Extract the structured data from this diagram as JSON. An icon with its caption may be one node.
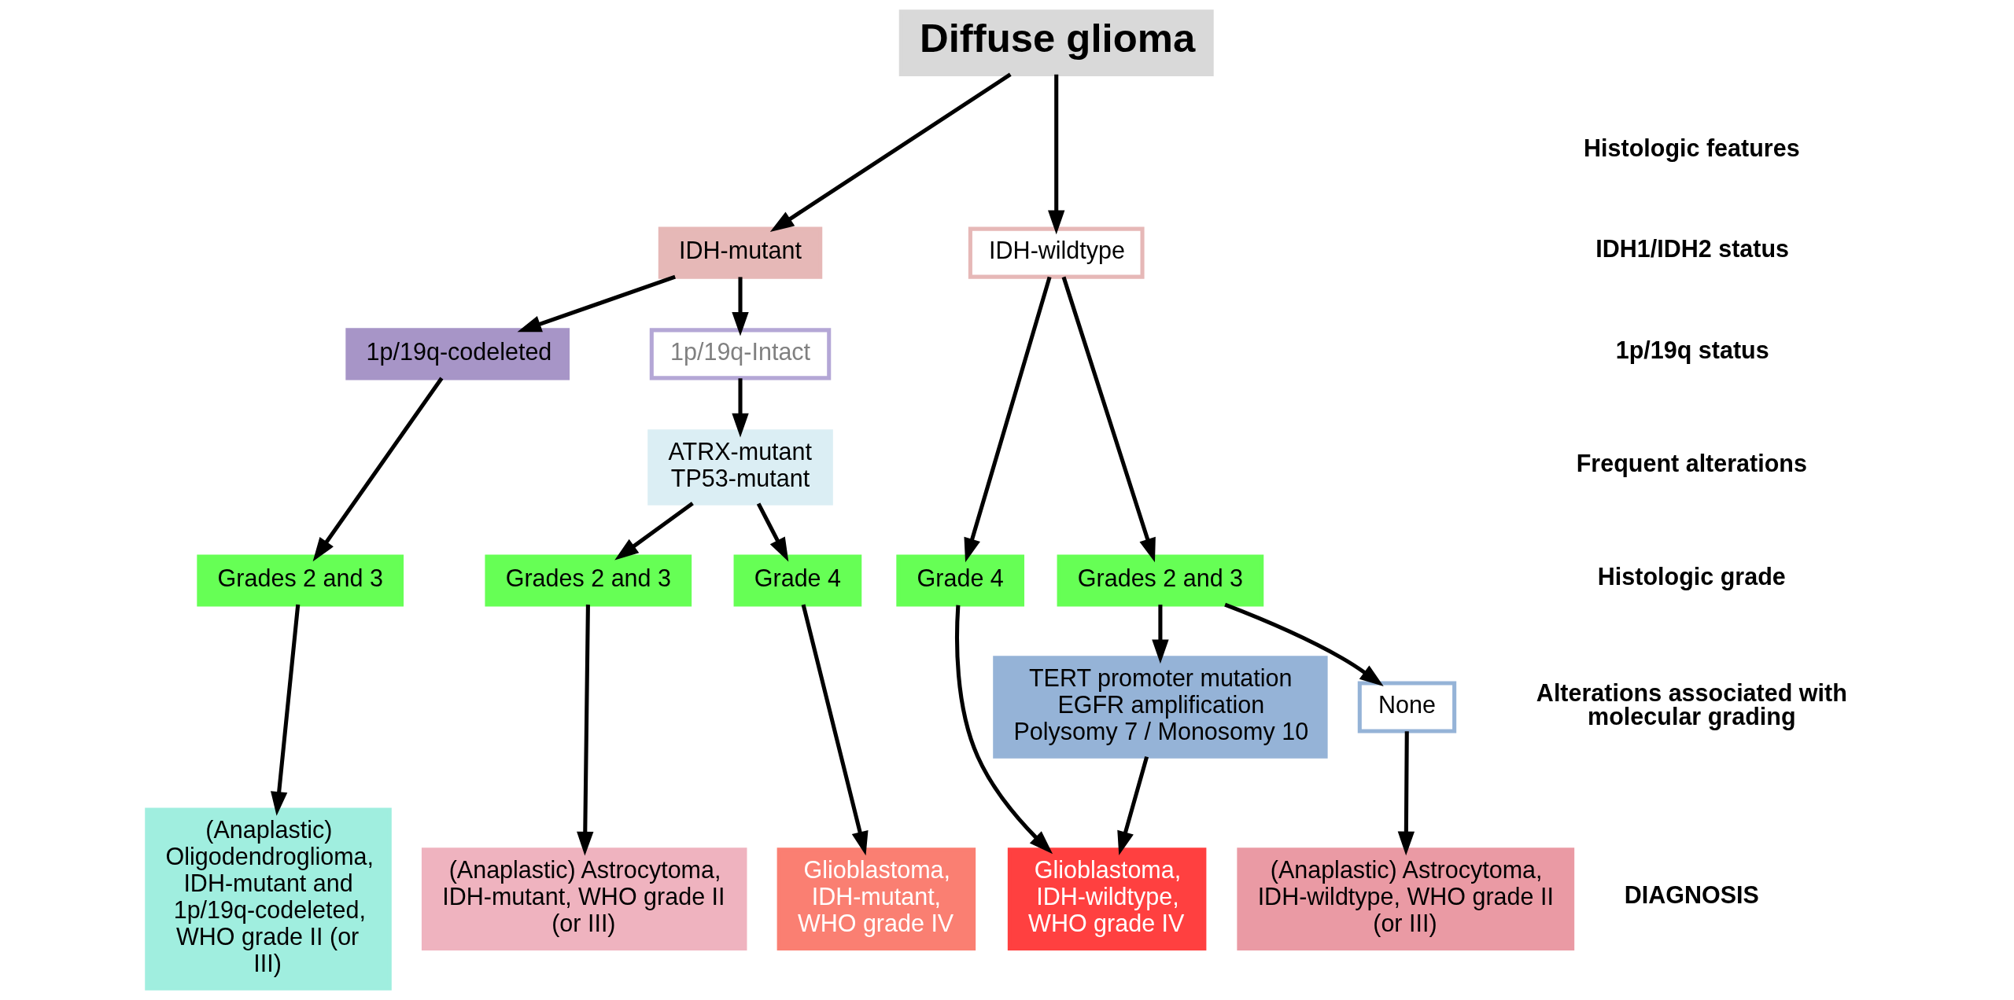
{
  "diagram": {
    "nodes": [
      {
        "text": [
          "Diffuse glioma"
        ]
      },
      {
        "text": [
          "IDH-mutant"
        ]
      },
      {
        "text": [
          "IDH-wildtype"
        ]
      },
      {
        "text": [
          "1p/19q-codeleted"
        ]
      },
      {
        "text": [
          "1p/19q-Intact"
        ]
      },
      {
        "text": [
          "ATRX-mutant TP53-mutant"
        ]
      },
      {
        "text": [
          "Grades 2 and 3"
        ]
      },
      {
        "text": [
          "Grades 2 and 3"
        ]
      },
      {
        "text": [
          "Grade 4"
        ]
      },
      {
        "text": [
          "Grade 4"
        ]
      },
      {
        "text": [
          "Grades 2 and 3"
        ]
      },
      {
        "text": [
          "TERT promoter mutation EGFR amplification Polysomy 7 / Monosomy 10"
        ]
      },
      {
        "text": [
          "None"
        ]
      },
      {
        "text": [
          "(Anaplastic) Oligodendroglioma, IDH-mutant and 1p/19q-codeleted, WHO grade II (or III)"
        ]
      },
      {
        "text": [
          "(Anaplastic) Astrocytoma, IDH-mutant, WHO grade II (or III)"
        ]
      },
      {
        "text": [
          "Glioblastoma, IDH-mutant, WHO grade IV"
        ]
      },
      {
        "text": [
          "Glioblastoma, IDH-wildtype, WHO grade IV"
        ]
      },
      {
        "text": [
          "(Anaplastic) Astrocytoma, IDH-wildtype, WHO grade II (or III)"
        ]
      }
    ],
    "edges": [
      {
        "from": 0,
        "to": 1,
        "arrow": "to"
      },
      {
        "from": 0,
        "to": 2,
        "arrow": "to"
      },
      {
        "from": 1,
        "to": 3,
        "arrow": "to"
      },
      {
        "from": 1,
        "to": 4,
        "arrow": "to"
      },
      {
        "from": 4,
        "to": 5,
        "arrow": "to"
      },
      {
        "from": 3,
        "to": 6,
        "arrow": "to"
      },
      {
        "from": 5,
        "to": 7,
        "arrow": "to"
      },
      {
        "from": 5,
        "to": 8,
        "arrow": "to"
      },
      {
        "from": 2,
        "to": 9,
        "arrow": "to"
      },
      {
        "from": 2,
        "to": 10,
        "arrow": "to"
      },
      {
        "from": 10,
        "to": 11,
        "arrow": "to"
      },
      {
        "from": 10,
        "to": 12,
        "arrow": "to"
      },
      {
        "from": 6,
        "to": 13,
        "arrow": "to"
      },
      {
        "from": 7,
        "to": 14,
        "arrow": "to"
      },
      {
        "from": 8,
        "to": 15,
        "arrow": "to"
      },
      {
        "from": 9,
        "to": 16,
        "arrow": "to"
      },
      {
        "from": 11,
        "to": 16,
        "arrow": "to"
      },
      {
        "from": 12,
        "to": 17,
        "arrow": "to"
      }
    ],
    "labels": [
      "Histologic features",
      "IDH1/IDH2 status",
      "1p/19q status",
      "Frequent alterations",
      "Histologic grade",
      "Alterations associated with molecular grading",
      "DIAGNOSIS"
    ]
  }
}
